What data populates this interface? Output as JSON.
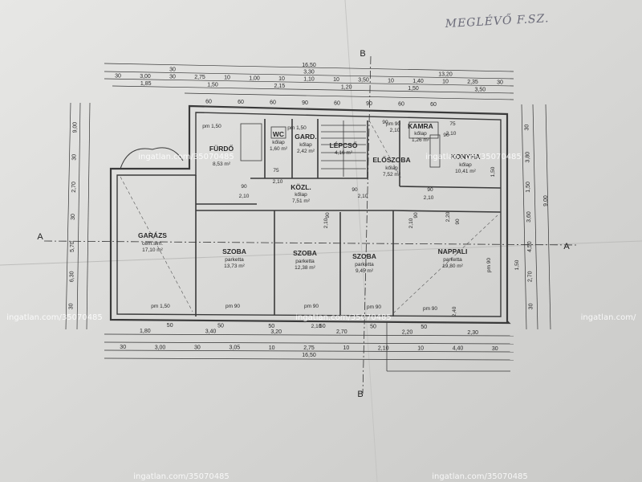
{
  "annotation": "MEGLÉVŐ F.SZ.",
  "watermark": "ingatlan.com/35070485",
  "watermark_edge_right": "ingatlan.com/",
  "sections": {
    "aa_left": "A",
    "aa_right": "A",
    "bb_top": "B",
    "bb_bottom": "B"
  },
  "rooms": [
    {
      "id": "garazs",
      "name": "GARÁZS",
      "finish": "cem.sim.",
      "area": "17,10 m²"
    },
    {
      "id": "furdo",
      "name": "FÜRDŐ",
      "finish": "",
      "area": "8,53 m²"
    },
    {
      "id": "wc",
      "name": "WC",
      "finish": "kőlap",
      "area": "1,60 m²"
    },
    {
      "id": "gard",
      "name": "GARD.",
      "finish": "kőlap",
      "area": "2,42 m²"
    },
    {
      "id": "lepcso",
      "name": "LÉPCSŐ",
      "finish": "",
      "area": "4,16 m²"
    },
    {
      "id": "eloszoba",
      "name": "ELŐSZOBA",
      "finish": "kőlap",
      "area": "7,52 m²"
    },
    {
      "id": "kamra",
      "name": "KAMRA",
      "finish": "kőlap",
      "area": "1,26 m²"
    },
    {
      "id": "konyha",
      "name": "KONYHA",
      "finish": "kőlap",
      "area": "10,41 m²"
    },
    {
      "id": "kozl",
      "name": "KÖZL.",
      "finish": "kőlap",
      "area": "7,51 m²"
    },
    {
      "id": "szoba1",
      "name": "SZOBA",
      "finish": "parketta",
      "area": "13,73 m²"
    },
    {
      "id": "szoba2",
      "name": "SZOBA",
      "finish": "parketta",
      "area": "12,38 m²"
    },
    {
      "id": "szoba3",
      "name": "SZOBA",
      "finish": "parketta",
      "area": "9,45 m²"
    },
    {
      "id": "nappali",
      "name": "NAPPALI",
      "finish": "parketta",
      "area": "19,80 m²"
    }
  ],
  "openings": {
    "windows": [
      "pm 1,50",
      "pm 1,50",
      "pm 90",
      "pm 1,50",
      "pm 90",
      "pm 90",
      "pm 90",
      "pm 90",
      "pm 90"
    ],
    "doors": [
      "90",
      "2,10",
      "75",
      "2,10",
      "90",
      "2,10",
      "90",
      "2,10",
      "90",
      "2,10",
      "90",
      "2,10",
      "90",
      "2,10",
      "2,20",
      "90",
      "2,10",
      "90",
      "2,40",
      "1,50",
      "1,50",
      "2,10",
      "75"
    ]
  },
  "dimensions": {
    "top_total": "16,50",
    "top_row1": [
      "30",
      "3,30",
      "13,20"
    ],
    "top_row2": [
      "30",
      "3,00",
      "30",
      "2,75",
      "10",
      "1,00",
      "10",
      "1,10",
      "10",
      "3,50",
      "10",
      "1,40",
      "10",
      "2,35",
      "30"
    ],
    "top_row3": [
      "1,85",
      "1,50",
      "2,15",
      "1,20",
      "1,50",
      "3,50"
    ],
    "top_row4": [
      "60",
      "60",
      "60",
      "90",
      "60",
      "90",
      "60",
      "60"
    ],
    "bottom_row1": [
      "1,80",
      "3,40",
      "3,20",
      "2,70",
      "2,20",
      "2,30"
    ],
    "bottom_row2": [
      "30",
      "3,00",
      "30",
      "3,05",
      "10",
      "2,75",
      "10",
      "2,10",
      "10",
      "4,40",
      "30"
    ],
    "bottom_total": "16,50",
    "bottom_row3": [
      "50",
      "50",
      "50",
      "50",
      "50",
      "50"
    ],
    "left": [
      "9,00",
      "30",
      "2,70",
      "30",
      "5,70",
      "6,30",
      "30"
    ],
    "right_inner": [
      "30",
      "3,80",
      "1,50",
      "3,60",
      "4,50",
      "2,70",
      "30"
    ],
    "right_outer": [
      "9,00"
    ]
  }
}
